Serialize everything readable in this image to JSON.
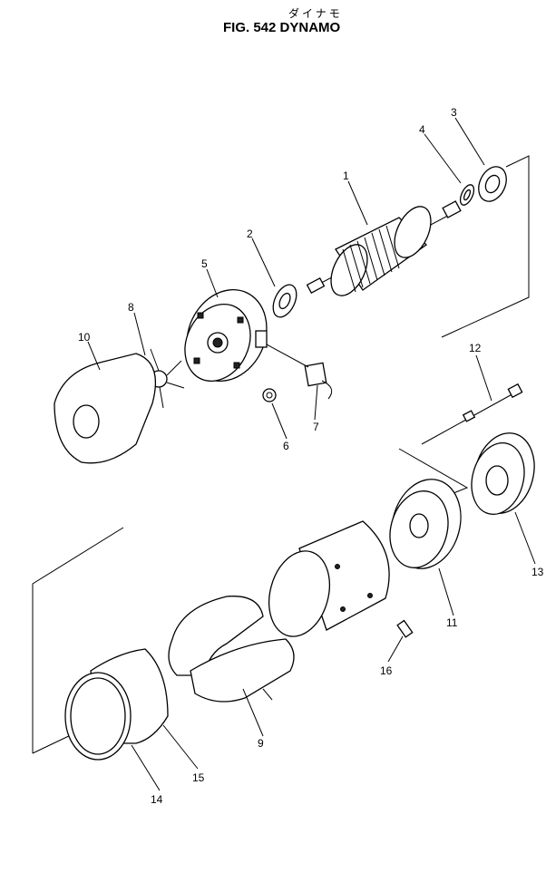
{
  "figure": {
    "subtitle_jp": "ダイナモ",
    "title": "FIG. 542  DYNAMO"
  },
  "callouts": [
    "1",
    "2",
    "3",
    "4",
    "5",
    "6",
    "7",
    "8",
    "9",
    "10",
    "11",
    "12",
    "13",
    "14",
    "15",
    "16"
  ]
}
